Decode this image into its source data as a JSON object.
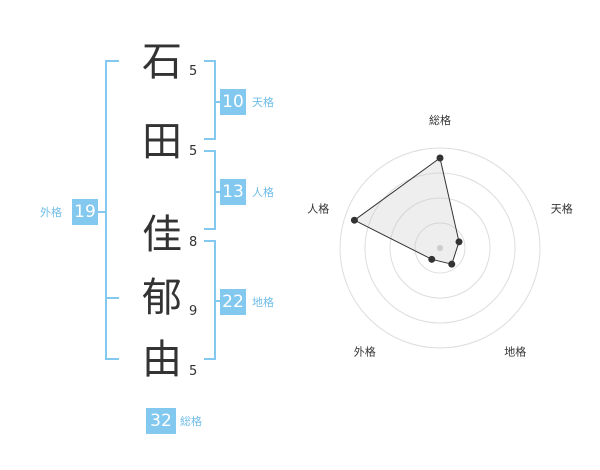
{
  "name": {
    "chars": [
      {
        "char": "石",
        "strokes": "5"
      },
      {
        "char": "田",
        "strokes": "5"
      },
      {
        "char": "佳",
        "strokes": "8"
      },
      {
        "char": "郁",
        "strokes": "9"
      },
      {
        "char": "由",
        "strokes": "5"
      }
    ]
  },
  "kakusu": {
    "tenkaku": {
      "value": "10",
      "label": "天格"
    },
    "jinkaku": {
      "value": "13",
      "label": "人格"
    },
    "chikaku": {
      "value": "22",
      "label": "地格"
    },
    "gaikaku": {
      "value": "19",
      "label": "外格"
    },
    "soukaku": {
      "value": "32",
      "label": "総格"
    }
  },
  "colors": {
    "accent": "#82c8ef",
    "label": "#6fbce8",
    "text": "#333333"
  },
  "chart_data": {
    "type": "radar",
    "axes": [
      "総格",
      "天格",
      "地格",
      "外格",
      "人格"
    ],
    "values": [
      4.5,
      1.0,
      1.0,
      0.7,
      4.5
    ],
    "max": 5,
    "rings": 4
  }
}
